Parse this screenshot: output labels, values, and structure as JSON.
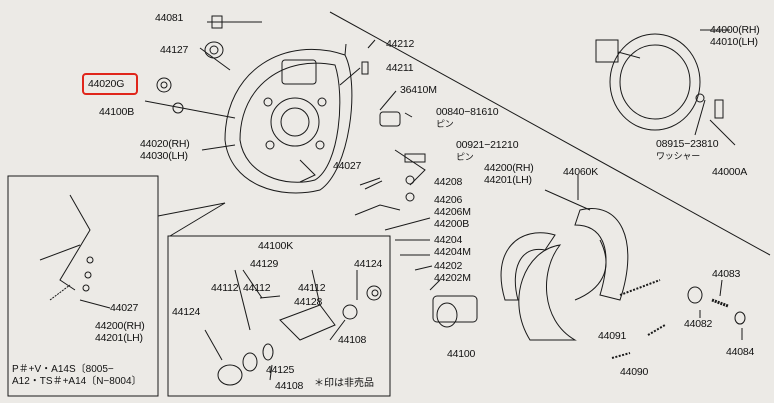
{
  "highlight": {
    "color": "#e0261b",
    "part": "44020G"
  },
  "labels": {
    "p44081": "44081",
    "p44127": "44127",
    "p44020G": "44020G",
    "p44100B": "44100B",
    "p44020": "44020(RH)\n44030(LH)",
    "p44212": "44212",
    "p44211": "44211",
    "p36410M": "36410M",
    "p00840": "00840−81610",
    "pin1": "ピン",
    "p00921": "00921−21210",
    "pin2": "ピン",
    "p44000": "44000(RH)\n44010(LH)",
    "p08915": "08915−23810",
    "washer": "ワッシャー",
    "p44000A": "44000A",
    "p44027": "44027",
    "p44208": "44208",
    "p44200": "44200(RH)\n44201(LH)",
    "p44060K": "44060K",
    "p44206": "44206",
    "p44206M": "44206M",
    "p44200B": "44200B",
    "p44204": "44204",
    "p44204M": "44204M",
    "p44202": "44202",
    "p44202M": "44202M",
    "p44100K": "44100K",
    "p44129": "44129",
    "p44112a": "44112",
    "p44112b": "44112",
    "p44112c": "44112",
    "p44124a": "44124",
    "p44124b": "44124",
    "p44128": "44128",
    "p44108a": "44108",
    "p44108b": "44108",
    "p44125": "44125",
    "p44100": "44100",
    "p44027b": "44027",
    "p44200b": "44200(RH)\n44201(LH)",
    "p44083": "44083",
    "p44082": "44082",
    "p44084": "44084",
    "p44091": "44091",
    "p44090": "44090",
    "note_nonsale": "＊印は非売品",
    "model_note": "P＃+V・A14S〔8005−\nA12・TS＃+A14〔N−8004〕"
  }
}
